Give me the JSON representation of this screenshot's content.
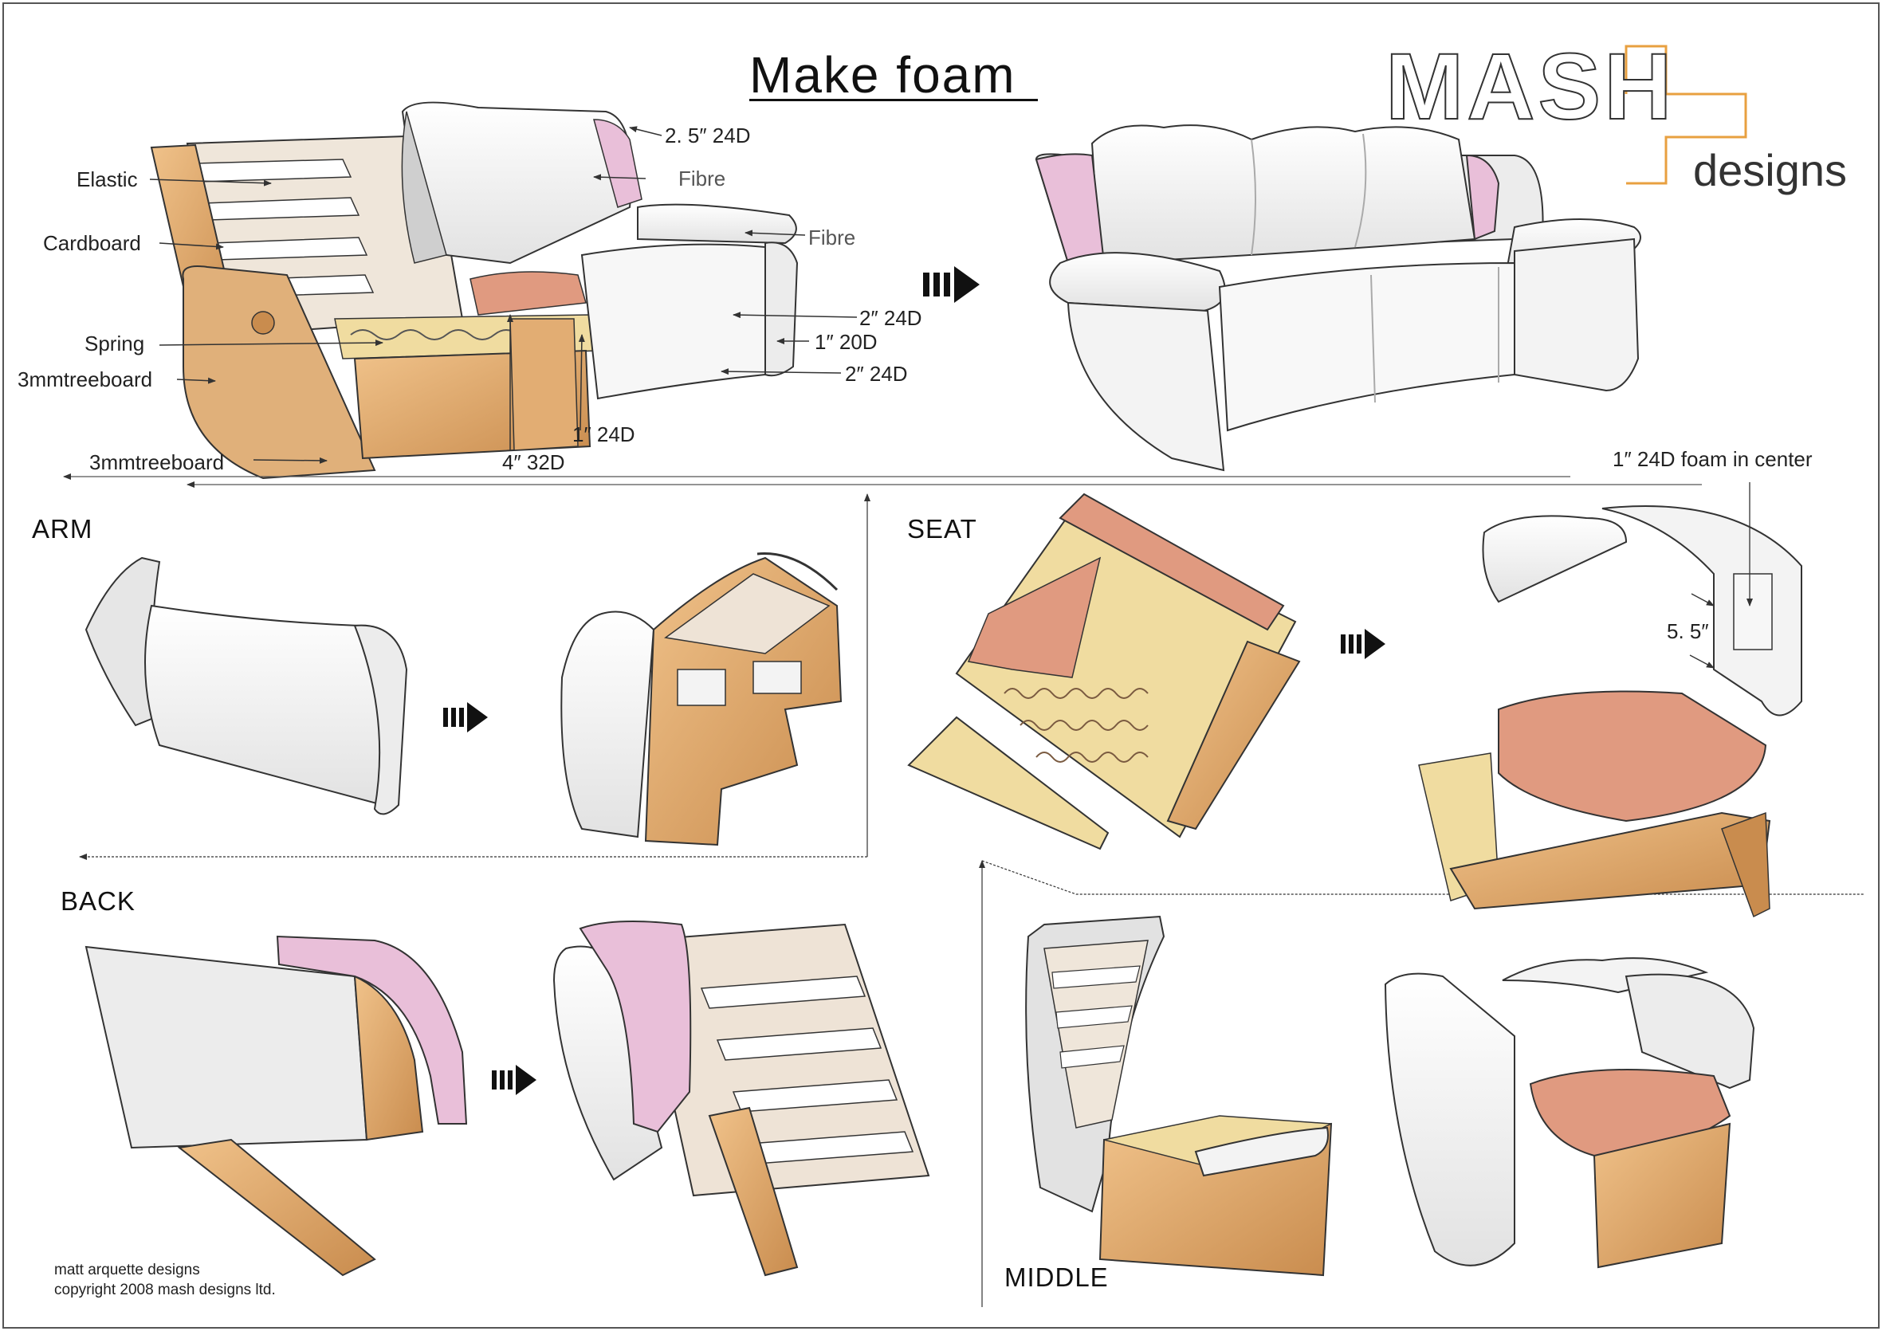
{
  "title": "Make foam",
  "logo": {
    "main": "MASH",
    "sub": "designs",
    "accent_color": "#e8a040"
  },
  "colors": {
    "foam_white": "#f3f3f3",
    "foam_pink": "#e9bfd9",
    "foam_orange": "#e09a80",
    "wood": "#e2ad73",
    "wood_dark": "#c98c4e",
    "board": "#d8b27a",
    "pale_wood": "#f0dca0",
    "line": "#333333"
  },
  "sections": {
    "arm": "ARM",
    "seat": "SEAT",
    "back": "BACK",
    "middle": "MIDDLE"
  },
  "callouts": {
    "elastic": "Elastic",
    "cardboard": "Cardboard",
    "spring": "Spring",
    "treeboard_side": "3mmtreeboard",
    "treeboard_bottom": "3mmtreeboard",
    "back_top_foam": "2. 5″ 24D",
    "fibre_back": "Fibre",
    "fibre_arm": "Fibre",
    "arm_front_2": "2″ 24D",
    "arm_side_1": "1″ 20D",
    "arm_base_2": "2″ 24D",
    "seat_1": "1″ 24D",
    "seat_4": "4″ 32D",
    "center_foam": "1″  24D foam in center",
    "dim_55": "5. 5″"
  },
  "credits": {
    "line1": "matt arquette designs",
    "line2": "copyright 2008 mash designs ltd."
  }
}
